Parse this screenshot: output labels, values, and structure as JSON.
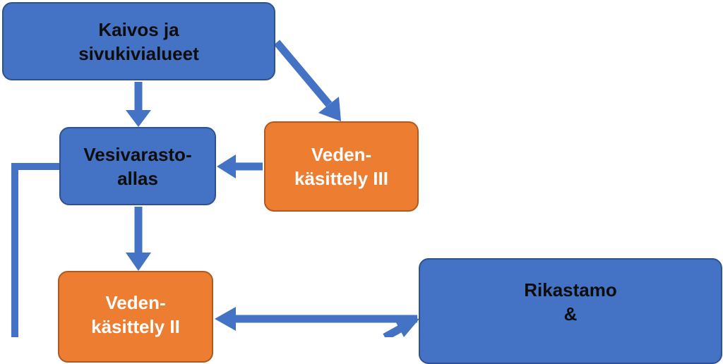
{
  "diagram": {
    "nodes": {
      "mine": {
        "lines": [
          "Kaivos ja",
          "sivukivialueet"
        ],
        "color": "#4472c4"
      },
      "reservoir": {
        "lines": [
          "Vesivarasto-",
          "allas"
        ],
        "color": "#4472c4"
      },
      "treatment_3": {
        "lines": [
          "Veden-",
          "käsittely III"
        ],
        "color": "#ed7d31"
      },
      "treatment_2": {
        "lines": [
          "Veden-",
          "käsittely II"
        ],
        "color": "#ed7d31"
      },
      "plant": {
        "lines": [
          "Rikastamo",
          "&"
        ],
        "color": "#4472c4"
      }
    },
    "arrow_color": "#4472c4",
    "edges": [
      {
        "from": "mine",
        "to": "reservoir"
      },
      {
        "from": "mine",
        "to": "treatment_3"
      },
      {
        "from": "treatment_3",
        "to": "reservoir"
      },
      {
        "from": "reservoir",
        "to": "treatment_2"
      },
      {
        "from": "plant",
        "to": "treatment_2"
      },
      {
        "from": "treatment_2",
        "to": "plant"
      },
      {
        "from": "reservoir",
        "to": "off-page"
      }
    ]
  }
}
